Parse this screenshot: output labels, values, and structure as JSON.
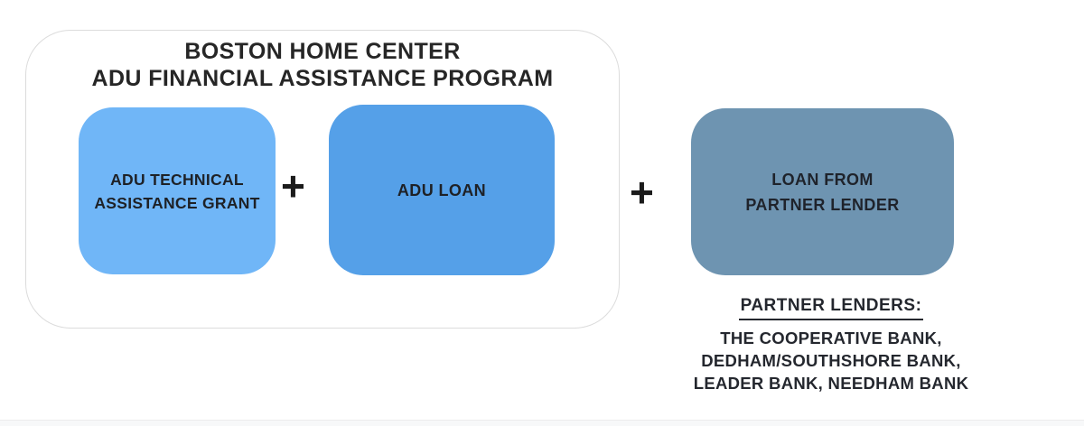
{
  "colors": {
    "grant_box": "#70b6f7",
    "loan_box": "#55a0e8",
    "partner_box": "#6e94b1",
    "container_border": "#dcdcdc",
    "text_dark": "#262626"
  },
  "program": {
    "title_line1": "BOSTON HOME CENTER",
    "title_line2": "ADU FINANCIAL ASSISTANCE PROGRAM",
    "grant_box": {
      "lines": [
        "ADU TECHNICAL",
        "ASSISTANCE GRANT"
      ]
    },
    "loan_box": {
      "lines": [
        "ADU LOAN"
      ]
    },
    "plus": "+"
  },
  "partner": {
    "plus": "+",
    "box": {
      "lines": [
        "LOAN FROM",
        "PARTNER LENDER"
      ]
    },
    "lenders_heading": "PARTNER LENDERS:",
    "lenders_lines": [
      "THE COOPERATIVE BANK,",
      "DEDHAM/SOUTHSHORE BANK,",
      "LEADER BANK, NEEDHAM BANK"
    ]
  }
}
